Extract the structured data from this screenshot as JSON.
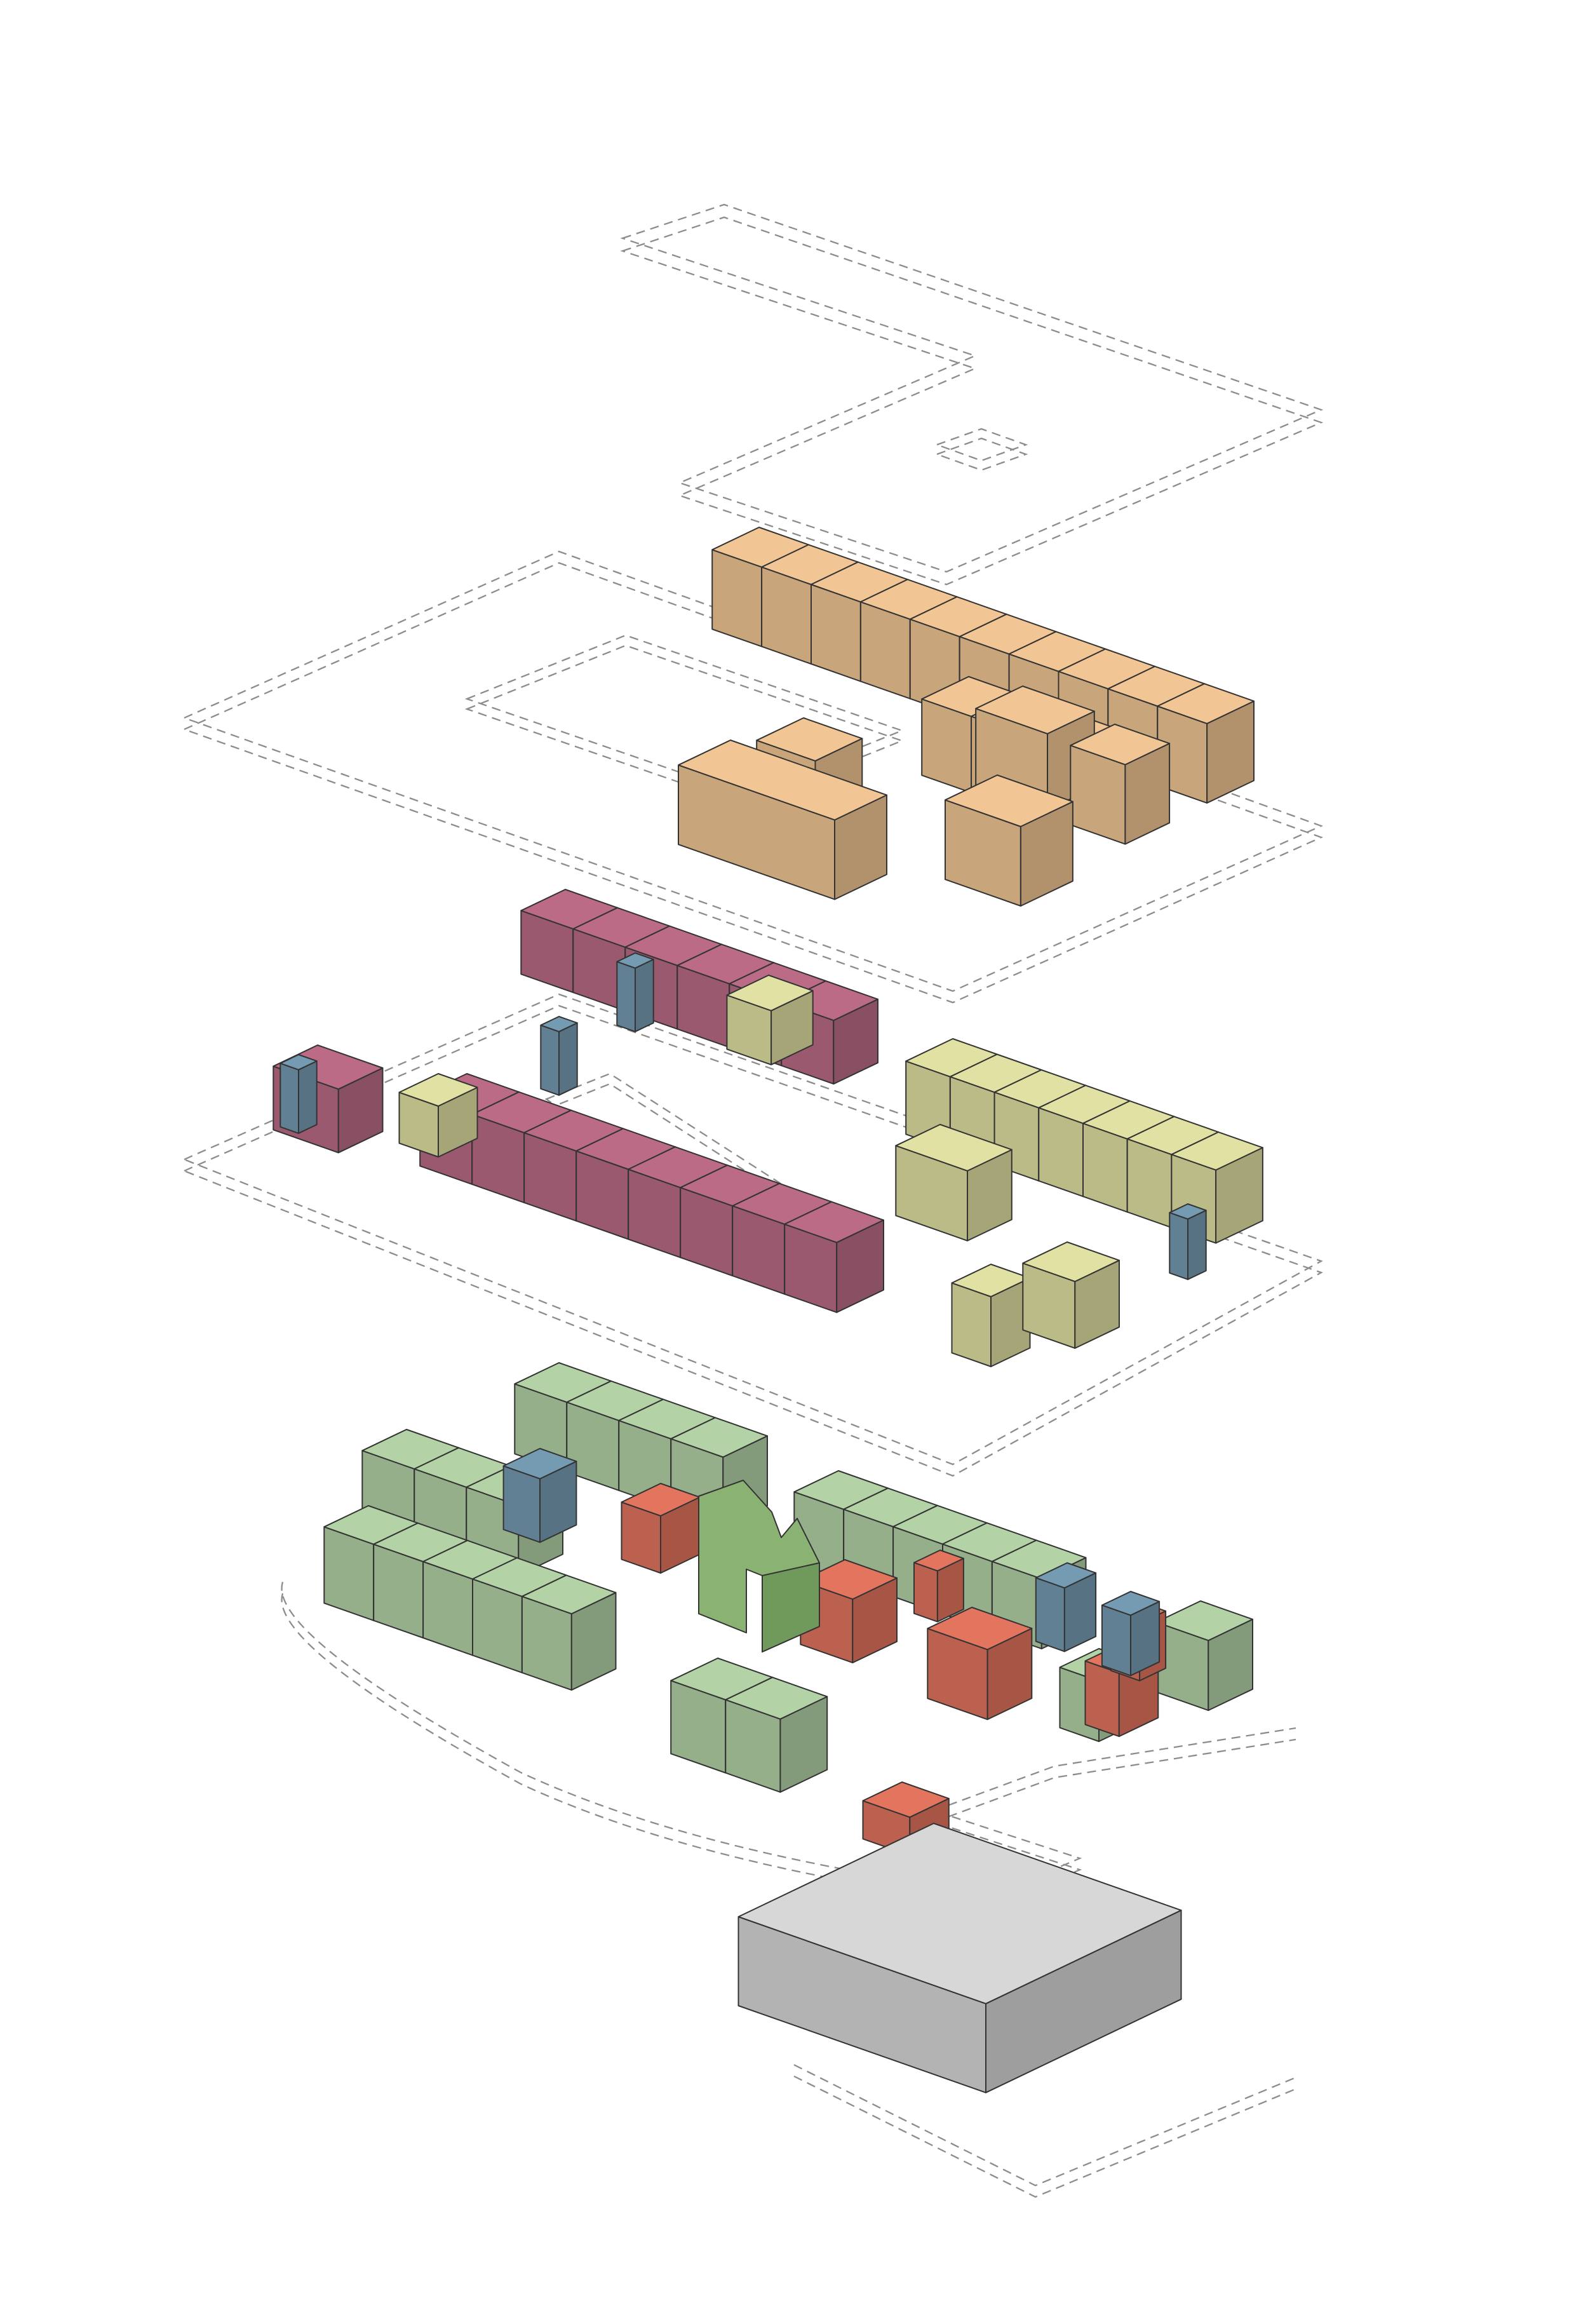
{
  "diagram": {
    "type": "exploded-axonometric",
    "layers": [
      {
        "key": "roof",
        "fill": null
      },
      {
        "key": "upper-floor",
        "fill": "#e4bb8c"
      },
      {
        "key": "middle-floor",
        "fill": "#b0657e"
      },
      {
        "key": "middle-floor-secondary",
        "fill": "#d4d49a"
      },
      {
        "key": "ground-floor",
        "fill": "#a9c79e"
      },
      {
        "key": "ground-floor-halls",
        "fill": "#d66e5a"
      },
      {
        "key": "circulation",
        "fill": "#6e92a8"
      },
      {
        "key": "basement",
        "fill": "#cbcbcb"
      }
    ]
  }
}
